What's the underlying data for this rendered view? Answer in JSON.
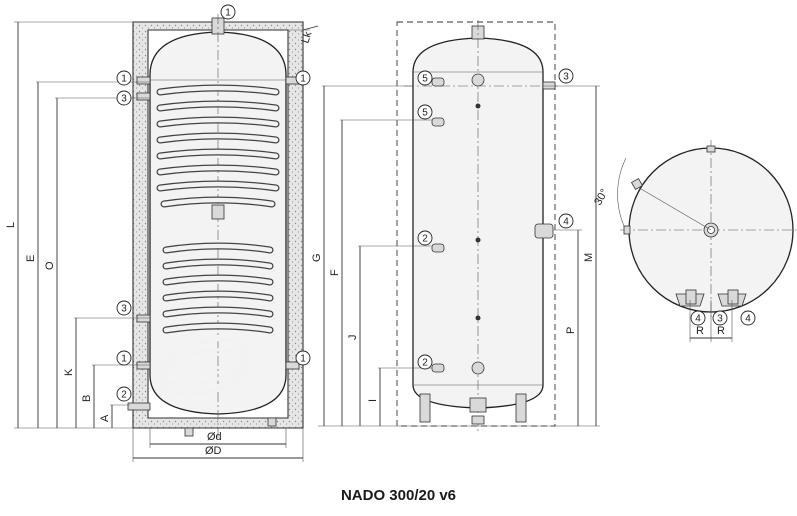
{
  "title": "NADO 300/20 v6",
  "side_view": {
    "dimension_labels": [
      "L",
      "E",
      "O",
      "K",
      "B",
      "A",
      "Ød",
      "ØD",
      "Lk"
    ]
  },
  "front_view": {
    "dimension_labels": [
      "G",
      "F",
      "J",
      "I",
      "M",
      "P"
    ]
  },
  "top_view": {
    "angle_label": "30°",
    "dimension_labels": [
      "R",
      "R"
    ]
  },
  "callouts": {
    "c1": "1",
    "c2": "2",
    "c3": "3",
    "c4": "4",
    "c5": "5"
  }
}
